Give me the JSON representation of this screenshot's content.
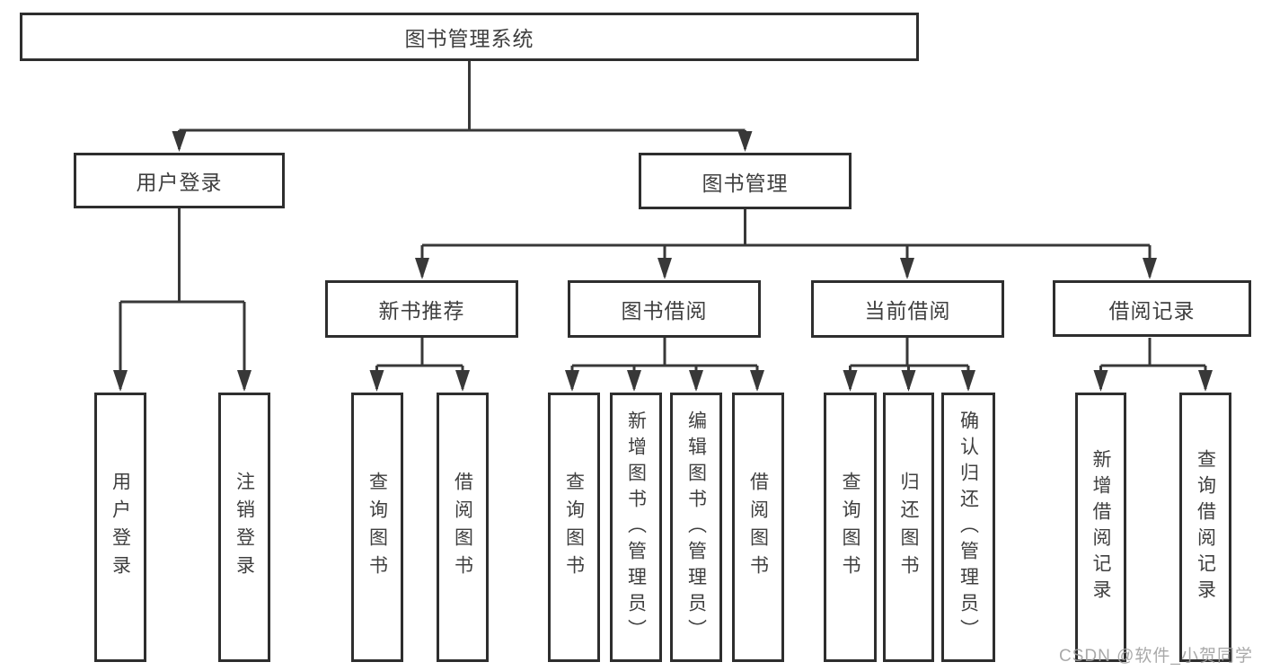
{
  "diagram": {
    "root": {
      "label": "图书管理系统"
    },
    "level2": [
      {
        "label": "用户登录",
        "children": [
          {
            "label": "用户登录"
          },
          {
            "label": "注销登录"
          }
        ]
      },
      {
        "label": "图书管理",
        "children": [
          {
            "label": "新书推荐",
            "children": [
              {
                "label": "查询图书"
              },
              {
                "label": "借阅图书"
              }
            ]
          },
          {
            "label": "图书借阅",
            "children": [
              {
                "label": "查询图书"
              },
              {
                "label": "新增图书（管理员）"
              },
              {
                "label": "编辑图书（管理员）"
              },
              {
                "label": "借阅图书"
              }
            ]
          },
          {
            "label": "当前借阅",
            "children": [
              {
                "label": "查询图书"
              },
              {
                "label": "归还图书"
              },
              {
                "label": "确认归还（管理员）"
              }
            ]
          },
          {
            "label": "借阅记录",
            "children": [
              {
                "label": "新增借阅记录"
              },
              {
                "label": "查询借阅记录"
              }
            ]
          }
        ]
      }
    ]
  },
  "watermark": {
    "text": "CSDN @软件_小贺同学"
  },
  "colors": {
    "line": "#383838",
    "box_border": "#2e2e2e",
    "box_fill": "#ffffff",
    "label_text": "#3f3f3f",
    "watermark_text": "#a0a0a0",
    "background": "#ffffff"
  }
}
